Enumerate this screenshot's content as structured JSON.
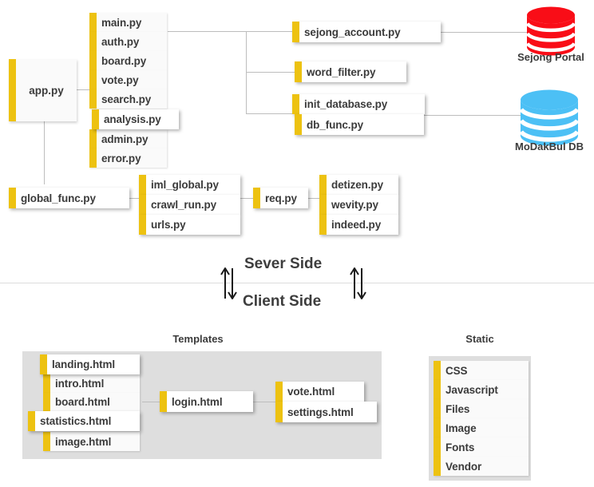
{
  "diagram": {
    "title": "Server / Client architecture diagram",
    "accent_color": "#edc211",
    "card_bg": "#fafafa",
    "line_color": "#bdbdbd",
    "panel_bg": "#dedede"
  },
  "server": {
    "entry": {
      "label": "app.py"
    },
    "core_modules": [
      {
        "label": "main.py"
      },
      {
        "label": "auth.py"
      },
      {
        "label": "board.py"
      },
      {
        "label": "vote.py"
      },
      {
        "label": "search.py"
      },
      {
        "label": "analysis.py"
      },
      {
        "label": "admin.py"
      },
      {
        "label": "error.py"
      }
    ],
    "services": [
      {
        "label": "sejong_account.py"
      },
      {
        "label": "word_filter.py"
      },
      {
        "label": "init_database.py"
      },
      {
        "label": "db_func.py"
      }
    ],
    "databases": [
      {
        "label": "Sejong Portal",
        "color": "#f90d17"
      },
      {
        "label": "MoDakBul DB",
        "color": "#4cc0f5"
      }
    ],
    "globals": {
      "label": "global_func.py"
    },
    "crawler_core": [
      {
        "label": "iml_global.py"
      },
      {
        "label": "crawl_run.py"
      },
      {
        "label": "urls.py"
      }
    ],
    "request": {
      "label": "req.py"
    },
    "crawler_targets": [
      {
        "label": "detizen.py"
      },
      {
        "label": "wevity.py"
      },
      {
        "label": "indeed.py"
      }
    ]
  },
  "divider": {
    "server_side_label": "Sever Side",
    "client_side_label": "Client Side"
  },
  "client": {
    "templates": {
      "title": "Templates",
      "pages": [
        {
          "label": "landing.html"
        },
        {
          "label": "intro.html"
        },
        {
          "label": "board.html"
        },
        {
          "label": "statistics.html"
        },
        {
          "label": "image.html"
        }
      ],
      "auth": {
        "label": "login.html"
      },
      "user_pages": [
        {
          "label": "vote.html"
        },
        {
          "label": "settings.html"
        }
      ]
    },
    "static": {
      "title": "Static",
      "items": [
        {
          "label": "CSS"
        },
        {
          "label": "Javascript"
        },
        {
          "label": "Files"
        },
        {
          "label": "Image"
        },
        {
          "label": "Fonts"
        },
        {
          "label": "Vendor"
        }
      ]
    }
  }
}
